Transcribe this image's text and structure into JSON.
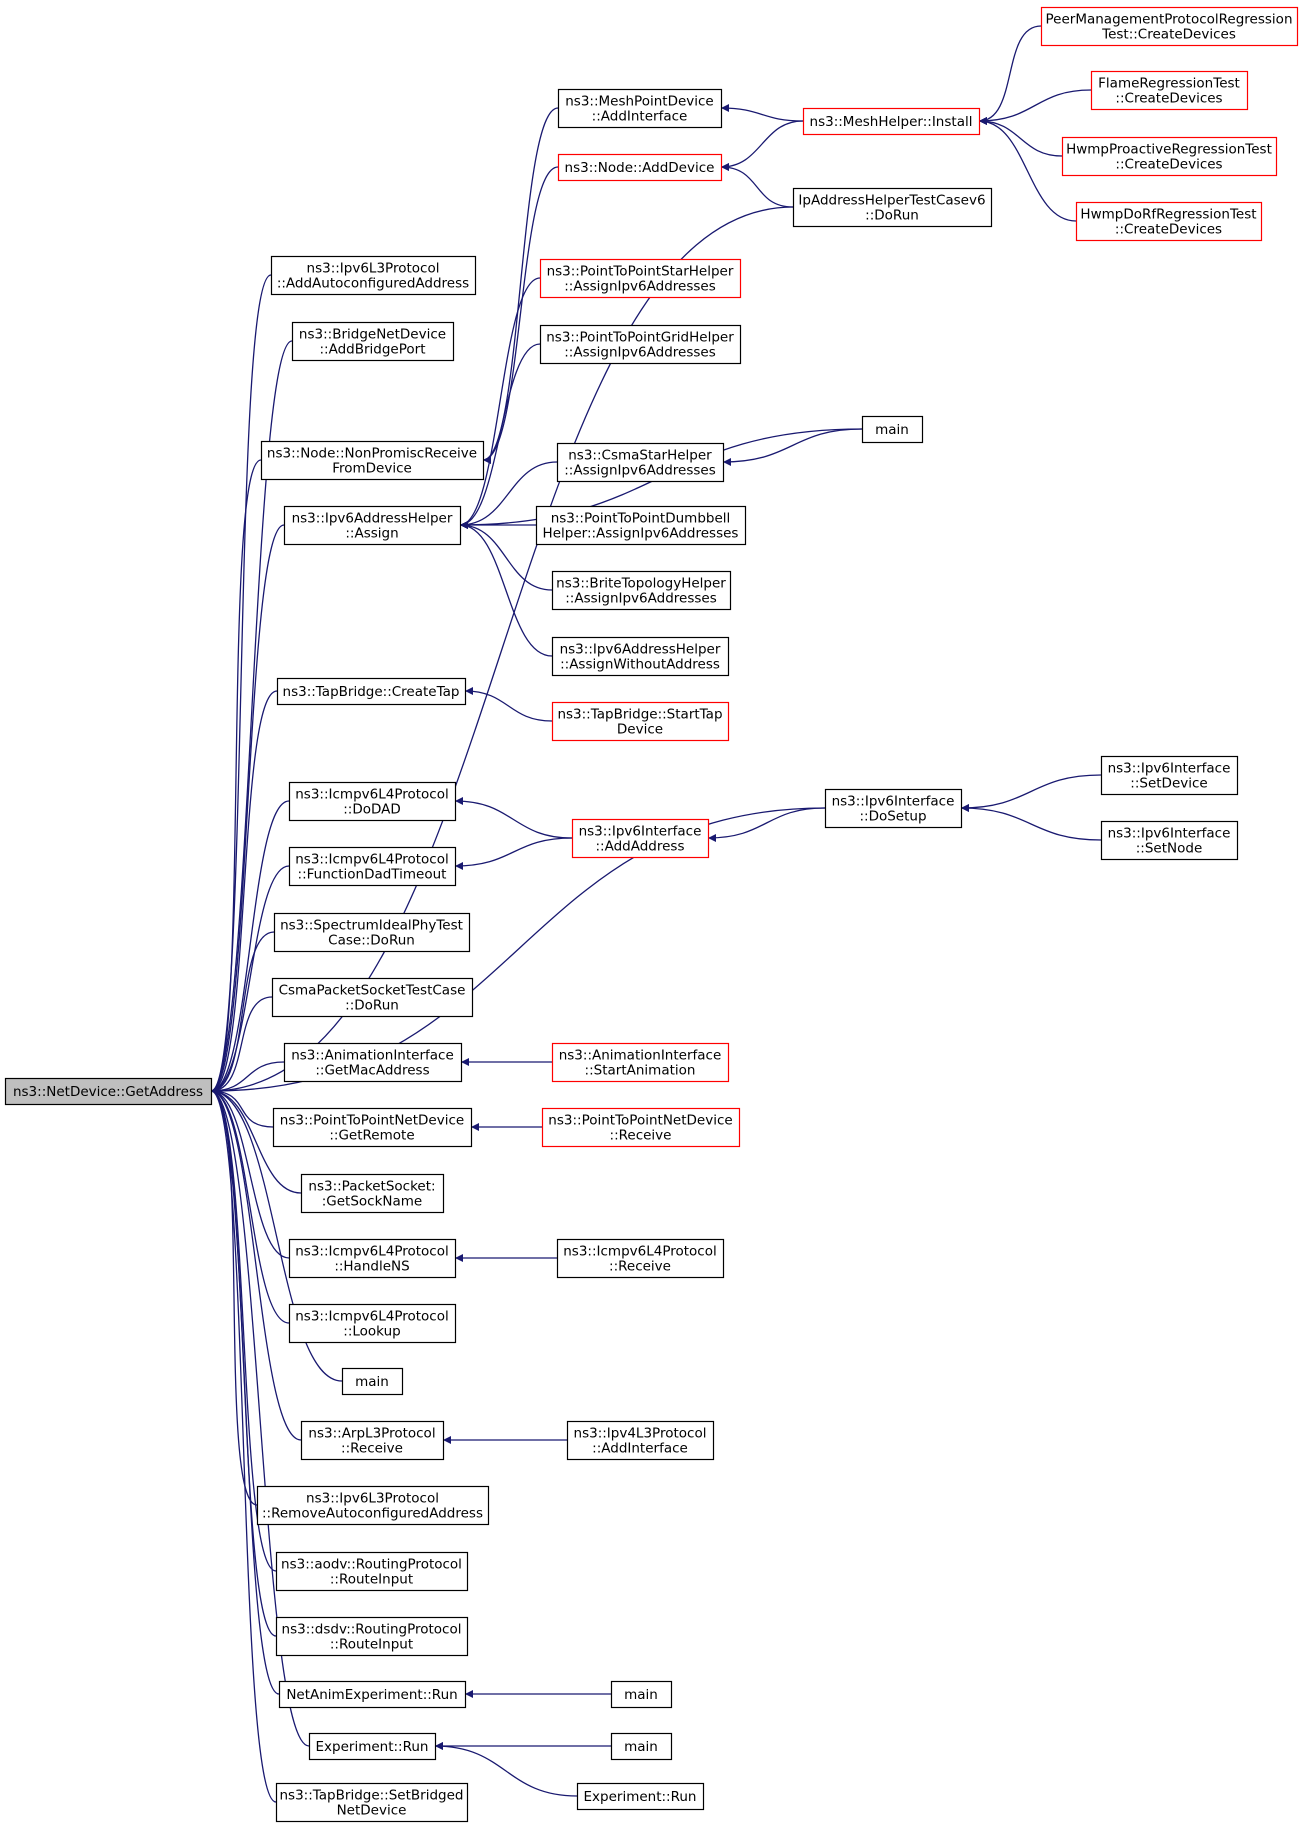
{
  "colors": {
    "edge": "#191970",
    "normal_border": "#000000",
    "truncated_border": "#ff0000",
    "root_fill": "#bfbfbf",
    "node_fill": "#ffffff"
  },
  "nodes": [
    {
      "id": "root",
      "lines": [
        "ns3::NetDevice::GetAddress"
      ],
      "kind": "root"
    },
    {
      "id": "ipv6l3_addauto",
      "lines": [
        "ns3::Ipv6L3Protocol",
        "::AddAutoconfiguredAddress"
      ],
      "kind": "normal"
    },
    {
      "id": "bridge_addport",
      "lines": [
        "ns3::BridgeNetDevice",
        "::AddBridgePort"
      ],
      "kind": "normal"
    },
    {
      "id": "node_nonpromisc",
      "lines": [
        "ns3::Node::NonPromiscReceive",
        "FromDevice"
      ],
      "kind": "normal"
    },
    {
      "id": "ipv6addrhelper_assign",
      "lines": [
        "ns3::Ipv6AddressHelper",
        "::Assign"
      ],
      "kind": "normal"
    },
    {
      "id": "tapbridge_createtap",
      "lines": [
        "ns3::TapBridge::CreateTap"
      ],
      "kind": "normal"
    },
    {
      "id": "icmpv6_dodad",
      "lines": [
        "ns3::Icmpv6L4Protocol",
        "::DoDAD"
      ],
      "kind": "normal"
    },
    {
      "id": "icmpv6_funcdad",
      "lines": [
        "ns3::Icmpv6L4Protocol",
        "::FunctionDadTimeout"
      ],
      "kind": "normal"
    },
    {
      "id": "spectrum_dorun",
      "lines": [
        "ns3::SpectrumIdealPhyTest",
        "Case::DoRun"
      ],
      "kind": "normal"
    },
    {
      "id": "csma_dorun",
      "lines": [
        "CsmaPacketSocketTestCase",
        "::DoRun"
      ],
      "kind": "normal"
    },
    {
      "id": "anim_getmac",
      "lines": [
        "ns3::AnimationInterface",
        "::GetMacAddress"
      ],
      "kind": "normal"
    },
    {
      "id": "p2p_getremote",
      "lines": [
        "ns3::PointToPointNetDevice",
        "::GetRemote"
      ],
      "kind": "normal"
    },
    {
      "id": "packetsocket_getsock",
      "lines": [
        "ns3::PacketSocket:",
        ":GetSockName"
      ],
      "kind": "normal"
    },
    {
      "id": "icmpv6_handlens",
      "lines": [
        "ns3::Icmpv6L4Protocol",
        "::HandleNS"
      ],
      "kind": "normal"
    },
    {
      "id": "icmpv6_lookup",
      "lines": [
        "ns3::Icmpv6L4Protocol",
        "::Lookup"
      ],
      "kind": "normal"
    },
    {
      "id": "main1",
      "lines": [
        "main"
      ],
      "kind": "normal"
    },
    {
      "id": "arp_receive",
      "lines": [
        "ns3::ArpL3Protocol",
        "::Receive"
      ],
      "kind": "normal"
    },
    {
      "id": "ipv6l3_removeauto",
      "lines": [
        "ns3::Ipv6L3Protocol",
        "::RemoveAutoconfiguredAddress"
      ],
      "kind": "normal"
    },
    {
      "id": "aodv_routeinput",
      "lines": [
        "ns3::aodv::RoutingProtocol",
        "::RouteInput"
      ],
      "kind": "normal"
    },
    {
      "id": "dsdv_routeinput",
      "lines": [
        "ns3::dsdv::RoutingProtocol",
        "::RouteInput"
      ],
      "kind": "normal"
    },
    {
      "id": "netanim_run",
      "lines": [
        "NetAnimExperiment::Run"
      ],
      "kind": "normal"
    },
    {
      "id": "experiment_run",
      "lines": [
        "Experiment::Run"
      ],
      "kind": "normal"
    },
    {
      "id": "tapbridge_setbridged",
      "lines": [
        "ns3::TapBridge::SetBridged",
        "NetDevice"
      ],
      "kind": "normal"
    },
    {
      "id": "meshpoint_addif",
      "lines": [
        "ns3::MeshPointDevice",
        "::AddInterface"
      ],
      "kind": "normal"
    },
    {
      "id": "node_adddevice",
      "lines": [
        "ns3::Node::AddDevice"
      ],
      "kind": "truncated"
    },
    {
      "id": "ipaddrhelper_test",
      "lines": [
        "IpAddressHelperTestCasev6",
        "::DoRun"
      ],
      "kind": "normal"
    },
    {
      "id": "p2pstar_assign",
      "lines": [
        "ns3::PointToPointStarHelper",
        "::AssignIpv6Addresses"
      ],
      "kind": "truncated"
    },
    {
      "id": "p2pgrid_assign",
      "lines": [
        "ns3::PointToPointGridHelper",
        "::AssignIpv6Addresses"
      ],
      "kind": "normal"
    },
    {
      "id": "main2",
      "lines": [
        "main"
      ],
      "kind": "normal"
    },
    {
      "id": "csmastar_assign",
      "lines": [
        "ns3::CsmaStarHelper",
        "::AssignIpv6Addresses"
      ],
      "kind": "normal"
    },
    {
      "id": "p2pdumbbell_assign",
      "lines": [
        "ns3::PointToPointDumbbell",
        "Helper::AssignIpv6Addresses"
      ],
      "kind": "normal"
    },
    {
      "id": "brite_assign",
      "lines": [
        "ns3::BriteTopologyHelper",
        "::AssignIpv6Addresses"
      ],
      "kind": "normal"
    },
    {
      "id": "ipv6addrhelper_assignwithout",
      "lines": [
        "ns3::Ipv6AddressHelper",
        "::AssignWithoutAddress"
      ],
      "kind": "normal"
    },
    {
      "id": "tapbridge_starttap",
      "lines": [
        "ns3::TapBridge::StartTap",
        "Device"
      ],
      "kind": "truncated"
    },
    {
      "id": "ipv6if_addaddress",
      "lines": [
        "ns3::Ipv6Interface",
        "::AddAddress"
      ],
      "kind": "truncated"
    },
    {
      "id": "ipv6if_dosetup",
      "lines": [
        "ns3::Ipv6Interface",
        "::DoSetup"
      ],
      "kind": "normal"
    },
    {
      "id": "ipv6if_setdevice",
      "lines": [
        "ns3::Ipv6Interface",
        "::SetDevice"
      ],
      "kind": "normal"
    },
    {
      "id": "ipv6if_setnode",
      "lines": [
        "ns3::Ipv6Interface",
        "::SetNode"
      ],
      "kind": "normal"
    },
    {
      "id": "anim_startanim",
      "lines": [
        "ns3::AnimationInterface",
        "::StartAnimation"
      ],
      "kind": "truncated"
    },
    {
      "id": "p2p_receive",
      "lines": [
        "ns3::PointToPointNetDevice",
        "::Receive"
      ],
      "kind": "truncated"
    },
    {
      "id": "icmpv6_receive",
      "lines": [
        "ns3::Icmpv6L4Protocol",
        "::Receive"
      ],
      "kind": "normal"
    },
    {
      "id": "ipv4l3_addif",
      "lines": [
        "ns3::Ipv4L3Protocol",
        "::AddInterface"
      ],
      "kind": "normal"
    },
    {
      "id": "main3",
      "lines": [
        "main"
      ],
      "kind": "normal"
    },
    {
      "id": "main4",
      "lines": [
        "main"
      ],
      "kind": "normal"
    },
    {
      "id": "experiment_run2",
      "lines": [
        "Experiment::Run"
      ],
      "kind": "normal"
    },
    {
      "id": "meshhelper_install",
      "lines": [
        "ns3::MeshHelper::Install"
      ],
      "kind": "truncated"
    },
    {
      "id": "peermgmt_create",
      "lines": [
        "PeerManagementProtocolRegression",
        "Test::CreateDevices"
      ],
      "kind": "truncated"
    },
    {
      "id": "flame_create",
      "lines": [
        "FlameRegressionTest",
        "::CreateDevices"
      ],
      "kind": "truncated"
    },
    {
      "id": "hwmpproactive_create",
      "lines": [
        "HwmpProactiveRegressionTest",
        "::CreateDevices"
      ],
      "kind": "truncated"
    },
    {
      "id": "hwmpdorf_create",
      "lines": [
        "HwmpDoRfRegressionTest",
        "::CreateDevices"
      ],
      "kind": "truncated"
    }
  ],
  "edges": [
    [
      "ipv6l3_addauto",
      "root"
    ],
    [
      "bridge_addport",
      "root"
    ],
    [
      "node_nonpromisc",
      "root"
    ],
    [
      "ipv6addrhelper_assign",
      "root"
    ],
    [
      "tapbridge_createtap",
      "root"
    ],
    [
      "ipv6if_dosetup",
      "root"
    ],
    [
      "icmpv6_dodad",
      "root"
    ],
    [
      "icmpv6_funcdad",
      "root"
    ],
    [
      "spectrum_dorun",
      "root"
    ],
    [
      "csma_dorun",
      "root"
    ],
    [
      "anim_getmac",
      "root"
    ],
    [
      "p2p_getremote",
      "root"
    ],
    [
      "packetsocket_getsock",
      "root"
    ],
    [
      "icmpv6_handlens",
      "root"
    ],
    [
      "icmpv6_lookup",
      "root"
    ],
    [
      "main1",
      "root"
    ],
    [
      "arp_receive",
      "root"
    ],
    [
      "ipv6l3_removeauto",
      "root"
    ],
    [
      "aodv_routeinput",
      "root"
    ],
    [
      "dsdv_routeinput",
      "root"
    ],
    [
      "netanim_run",
      "root"
    ],
    [
      "experiment_run",
      "root"
    ],
    [
      "tapbridge_setbridged",
      "root"
    ],
    [
      "ipaddrhelper_test",
      "root"
    ],
    [
      "meshpoint_addif",
      "node_nonpromisc"
    ],
    [
      "node_adddevice",
      "node_nonpromisc"
    ],
    [
      "p2pstar_assign",
      "ipv6addrhelper_assign"
    ],
    [
      "p2pgrid_assign",
      "ipv6addrhelper_assign"
    ],
    [
      "main2",
      "ipv6addrhelper_assign"
    ],
    [
      "csmastar_assign",
      "ipv6addrhelper_assign"
    ],
    [
      "p2pdumbbell_assign",
      "ipv6addrhelper_assign"
    ],
    [
      "brite_assign",
      "ipv6addrhelper_assign"
    ],
    [
      "ipv6addrhelper_assignwithout",
      "ipv6addrhelper_assign"
    ],
    [
      "main2",
      "csmastar_assign"
    ],
    [
      "tapbridge_starttap",
      "tapbridge_createtap"
    ],
    [
      "ipv6if_addaddress",
      "icmpv6_dodad"
    ],
    [
      "ipv6if_addaddress",
      "icmpv6_funcdad"
    ],
    [
      "ipv6if_dosetup",
      "ipv6if_addaddress"
    ],
    [
      "ipv6if_setdevice",
      "ipv6if_dosetup"
    ],
    [
      "ipv6if_setnode",
      "ipv6if_dosetup"
    ],
    [
      "anim_startanim",
      "anim_getmac"
    ],
    [
      "p2p_receive",
      "p2p_getremote"
    ],
    [
      "icmpv6_receive",
      "icmpv6_handlens"
    ],
    [
      "ipv4l3_addif",
      "arp_receive"
    ],
    [
      "main3",
      "netanim_run"
    ],
    [
      "main4",
      "experiment_run"
    ],
    [
      "experiment_run2",
      "experiment_run"
    ],
    [
      "meshhelper_install",
      "meshpoint_addif"
    ],
    [
      "meshhelper_install",
      "node_adddevice"
    ],
    [
      "ipaddrhelper_test",
      "node_adddevice"
    ],
    [
      "peermgmt_create",
      "meshhelper_install"
    ],
    [
      "flame_create",
      "meshhelper_install"
    ],
    [
      "hwmpproactive_create",
      "meshhelper_install"
    ],
    [
      "hwmpdorf_create",
      "meshhelper_install"
    ]
  ]
}
